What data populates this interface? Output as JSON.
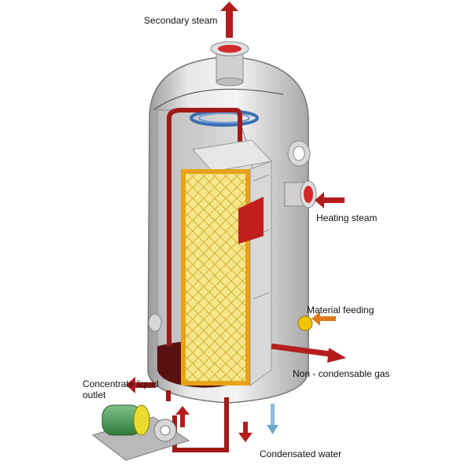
{
  "labels": {
    "secondary_steam": "Secondary steam",
    "heating_steam": "Heating steam",
    "material_feeding": "Material feeding",
    "non_condensable_gas": "Non - condensable gas",
    "concentrate_liquid_outlet": "Concentrate liquid outlet",
    "condensated_water": "Condensated water"
  },
  "colors": {
    "flow_arrow": "#b31d1d",
    "material_arrow": "#e07a1a",
    "water_arrow": "#6fa8c8",
    "vessel": "#d9d9d9",
    "plates": "#f4e27a",
    "plate_frame": "#e8a21a",
    "liquid": "#5a1010"
  }
}
